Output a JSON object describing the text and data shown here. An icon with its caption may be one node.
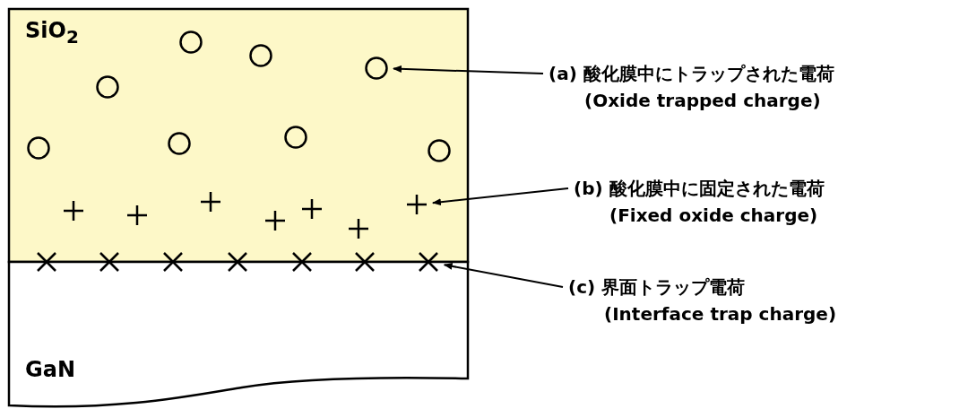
{
  "diagram": {
    "nodes": [
      {
        "text": [
          "SiO$_{2}$"
        ]
      },
      {
        "text": [
          "GaN"
        ]
      },
      {
        "text": [
          "(a) 酸化膜中にトラップされた電荷",
          "(Oxide trapped charge)"
        ]
      },
      {
        "text": [
          "(b) 酸化膜中に固定された電荷",
          "(Fixed oxide charge)"
        ]
      },
      {
        "text": [
          "(c) 界面トラップ電荷",
          "(Interface trap charge)"
        ]
      },
      {
        "text": [],
        "shape": "circle",
        "in": 0
      },
      {
        "text": [],
        "shape": "plus",
        "in": 0
      },
      {
        "text": [],
        "shape": "cross"
      }
    ],
    "edges": [
      {
        "from": 2,
        "to": 5,
        "arrow": "to"
      },
      {
        "from": 3,
        "to": 6,
        "arrow": "to"
      },
      {
        "from": 4,
        "to": 7,
        "arrow": "to"
      }
    ]
  }
}
